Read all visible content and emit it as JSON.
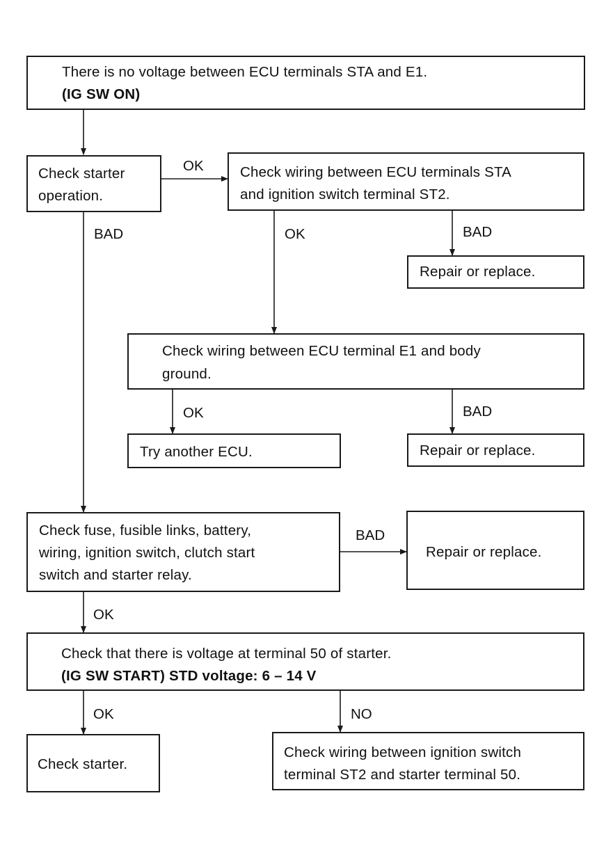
{
  "nodes": {
    "start": {
      "line1": "There is no voltage between ECU terminals STA and E1.",
      "line2": "(IG SW ON)"
    },
    "check_starter_operation": {
      "line1": "Check starter",
      "line2": "operation."
    },
    "check_wiring_sta_st2": {
      "line1": "Check wiring between ECU terminals STA",
      "line2": "and ignition switch terminal ST2."
    },
    "repair_1": {
      "text": "Repair or replace."
    },
    "check_wiring_e1_ground": {
      "line1": "Check wiring between ECU terminal E1 and body",
      "line2": "ground."
    },
    "try_another_ecu": {
      "text": "Try another ECU."
    },
    "repair_2": {
      "text": "Repair or replace."
    },
    "check_fuse": {
      "line1": "Check fuse, fusible links, battery,",
      "line2": "wiring,  ignition switch, clutch start",
      "line3": "switch and starter relay."
    },
    "repair_3": {
      "text": "Repair or replace."
    },
    "check_voltage_terminal_50": {
      "line1": "Check that there is voltage at terminal 50 of starter.",
      "line2": "(IG SW START) STD voltage:   6 – 14 V"
    },
    "check_starter": {
      "text": "Check starter."
    },
    "check_wiring_st2_50": {
      "line1": "Check wiring between ignition switch",
      "line2": "terminal ST2 and starter terminal 50."
    }
  },
  "labels": {
    "ok_1": "OK",
    "bad_1": "BAD",
    "ok_2": "OK",
    "bad_2": "BAD",
    "ok_3": "OK",
    "bad_3": "BAD",
    "bad_4": "BAD",
    "ok_4": "OK",
    "ok_5": "OK",
    "no_1": "NO"
  }
}
